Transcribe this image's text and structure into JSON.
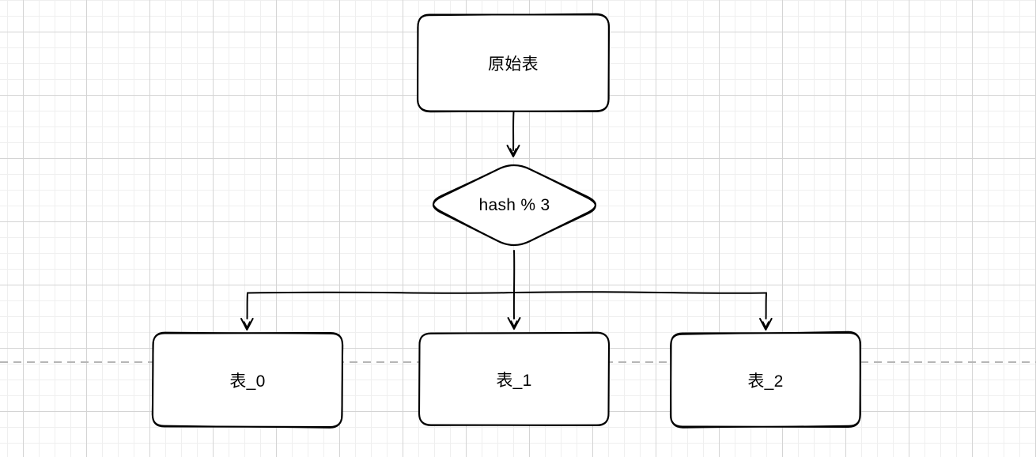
{
  "canvas": {
    "background_color": "#ffffff",
    "grid_minor_color": "#efefef",
    "grid_major_color": "#d4d4d4",
    "page_boundary_color": "#b6b6b6",
    "stroke_color": "#000000",
    "style": "hand-drawn-sketch"
  },
  "diagram": {
    "nodes": [
      {
        "id": "source",
        "shape": "rounded-rectangle",
        "label": "原始表"
      },
      {
        "id": "hash",
        "shape": "diamond",
        "label": "hash % 3"
      },
      {
        "id": "table-0",
        "shape": "rounded-rectangle",
        "label": "表_0"
      },
      {
        "id": "table-1",
        "shape": "rounded-rectangle",
        "label": "表_1"
      },
      {
        "id": "table-2",
        "shape": "rounded-rectangle",
        "label": "表_2"
      }
    ],
    "edges": [
      {
        "from": "source",
        "to": "hash",
        "style": "open-arrow"
      },
      {
        "from": "hash",
        "to": "table-0",
        "style": "open-arrow"
      },
      {
        "from": "hash",
        "to": "table-1",
        "style": "open-arrow"
      },
      {
        "from": "hash",
        "to": "table-2",
        "style": "open-arrow"
      }
    ]
  }
}
